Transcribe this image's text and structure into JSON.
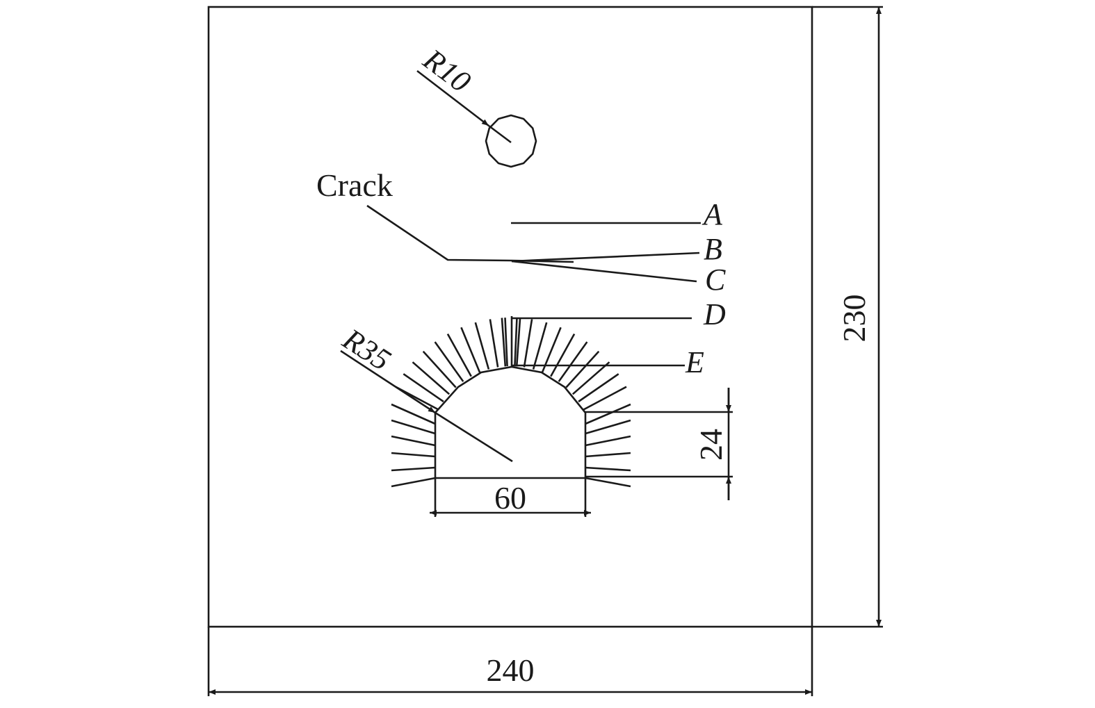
{
  "dimensions": {
    "width": "240",
    "height": "230",
    "tunnel_width": "60",
    "wall_height": "24"
  },
  "radii": {
    "hole": "R10",
    "tunnel": "R35"
  },
  "labels": {
    "crack": "Crack",
    "a": "A",
    "b": "B",
    "c": "C",
    "d": "D",
    "e": "E"
  }
}
